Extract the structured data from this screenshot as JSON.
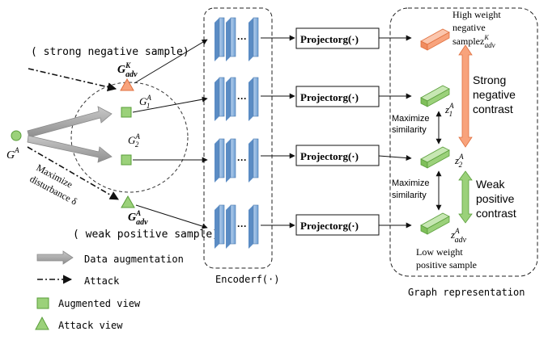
{
  "labels": {
    "strong_negative_sample": "( strong negative sample)",
    "weak_positive_sample": "( weak positive sample)",
    "g_adv_k": "G",
    "g_adv_k_sup": "K",
    "g_adv_k_sub": "adv",
    "g_adv_a": "G",
    "g_adv_a_sup": "A",
    "g_adv_a_sub": "adv",
    "g1_base": "G",
    "g1_sup": "A",
    "g1_sub": "1",
    "g2_base": "G",
    "g2_sup": "A",
    "g2_sub": "2",
    "ga_base": "G",
    "ga_sup": "A",
    "maximize_disturbance": "Maximize",
    "disturbance_delta": "disturbance δ",
    "encoder": "Encoderf(·)",
    "projector": "Projectorg(·)",
    "graph_representation": "Graph representation",
    "high_weight_line1": "High weight",
    "high_weight_line2": "negative",
    "high_weight_line3": "samplez",
    "high_z_sup": "K",
    "high_z_sub": "adv",
    "strong_contrast_1": "Strong",
    "strong_contrast_2": "negative",
    "strong_contrast_3": "contrast",
    "weak_contrast_1": "Weak",
    "weak_contrast_2": "positive",
    "weak_contrast_3": "contrast",
    "max_sim_1a": "Maximize",
    "max_sim_1b": "similarity",
    "max_sim_2a": "Maximize",
    "max_sim_2b": "similarity",
    "z1_base": "z",
    "z1_sup": "A",
    "z1_sub": "1",
    "z2_base": "z",
    "z2_sup": "A",
    "z2_sub": "2",
    "zadv_base": "z",
    "zadv_sup": "A",
    "zadv_sub": "adv",
    "low_weight_1": "Low weight",
    "low_weight_2": "positive sample"
  },
  "legend": {
    "data_augmentation": "Data augmentation",
    "attack": "Attack",
    "augmented_view": "Augmented view",
    "attack_view": "Attack view"
  },
  "colors": {
    "green_fill": "#9bd17a",
    "green_stroke": "#5a9e3a",
    "orange_fill": "#f8a37c",
    "orange_stroke": "#e0703f",
    "encoder_blue": "#8fb6e0",
    "encoder_blue_dark": "#5b8cc4",
    "gray_arrow": "#a6a6a6"
  }
}
